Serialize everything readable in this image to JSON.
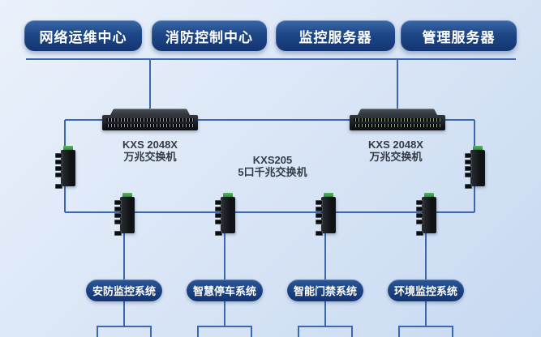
{
  "top_nodes": [
    {
      "label": "网络运维中心"
    },
    {
      "label": "消防控制中心"
    },
    {
      "label": "监控服务器"
    },
    {
      "label": "管理服务器"
    }
  ],
  "core_switch_labels": [
    {
      "model": "KXS 2048X",
      "type": "万兆交换机"
    },
    {
      "model": "KXS 2048X",
      "type": "万兆交换机"
    }
  ],
  "access_switch_label": {
    "model": "KXS205",
    "type": "5口千兆交换机"
  },
  "bottom_nodes": [
    {
      "label": "安防监控系统"
    },
    {
      "label": "智慧停车系统"
    },
    {
      "label": "智能门禁系统"
    },
    {
      "label": "环境监控系统"
    }
  ],
  "colors": {
    "node_fill_top": "#3b68a7",
    "node_fill_bottom": "#143572",
    "line": "#3c68b2",
    "background_top": "#eaf1fb",
    "background_bottom": "#c7d9f1",
    "node_text": "#ffffff",
    "label_text": "#333b45",
    "terminal_green": "#58b763"
  }
}
